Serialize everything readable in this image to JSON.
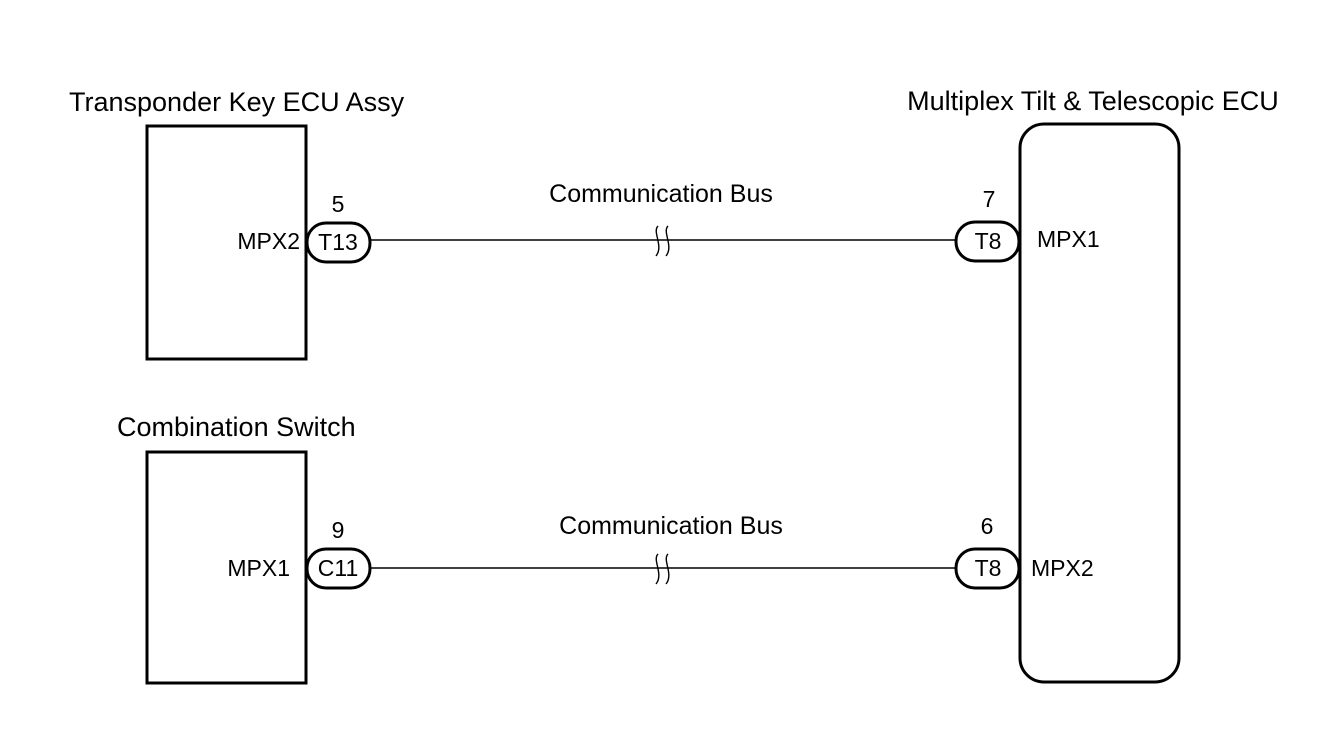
{
  "components": {
    "transponder": {
      "title": "Transponder Key ECU Assy",
      "pin_label": "MPX2"
    },
    "combination": {
      "title": "Combination Switch",
      "pin_label": "MPX1"
    },
    "tilt_ecu": {
      "title": "Multiplex Tilt & Telescopic ECU",
      "pin_label_top": "MPX1",
      "pin_label_bottom": "MPX2"
    }
  },
  "connectors": {
    "t13": {
      "code": "T13",
      "pin": "5"
    },
    "c11": {
      "code": "C11",
      "pin": "9"
    },
    "t8_top": {
      "code": "T8",
      "pin": "7"
    },
    "t8_bottom": {
      "code": "T8",
      "pin": "6"
    }
  },
  "wires": {
    "top": {
      "label": "Communication Bus"
    },
    "bottom": {
      "label": "Communication Bus"
    }
  },
  "colors": {
    "ink": "#000000",
    "background": "#ffffff"
  }
}
